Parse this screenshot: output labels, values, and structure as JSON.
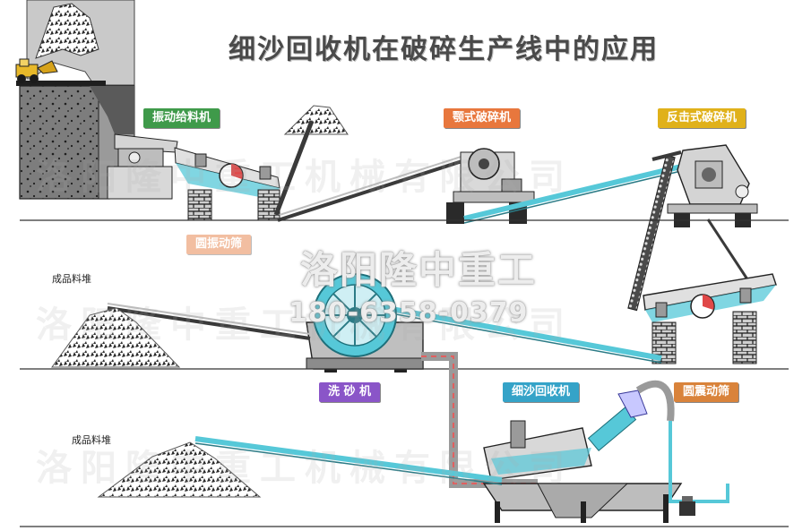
{
  "title": "细沙回收机在破碎生产线中的应用",
  "labels": {
    "vibrating_feeder": "振动给料机",
    "jaw_crusher": "颚式破碎机",
    "impact_crusher": "反击式破碎机",
    "vibrating_screen_mid": "圆振动筛",
    "sand_washer": "洗 砂 机",
    "fine_sand_recycler": "细沙回收机",
    "vibrating_screen_bottom": "圆震动筛",
    "product_pile_1": "成品料堆",
    "product_pile_2": "成品料堆"
  },
  "watermark": {
    "brand": "洛阳隆中重工",
    "phone": "180-6358-0379",
    "row": "洛阳隆中重工机械有限公司"
  },
  "colors": {
    "vibrating_feeder": "#3f9a4a",
    "jaw_crusher": "#e8773d",
    "impact_crusher": "#e0b11a",
    "vibrating_screen_mid": "#e88a55",
    "sand_washer": "#8a55c8",
    "fine_sand_recycler": "#35a3c8",
    "vibrating_screen_bottom": "#d9833b",
    "belt_cyan": "#56c8d8",
    "belt_dark": "#3a3a3a",
    "machine_gray": "#cfcfcf",
    "frame_dark": "#2a2a2a",
    "water_pipe": "#e06060"
  },
  "icons": [
    "loader-icon",
    "rock-pile-icon",
    "impeller-wheel-icon",
    "hydrocyclone-icon",
    "pump-icon"
  ]
}
